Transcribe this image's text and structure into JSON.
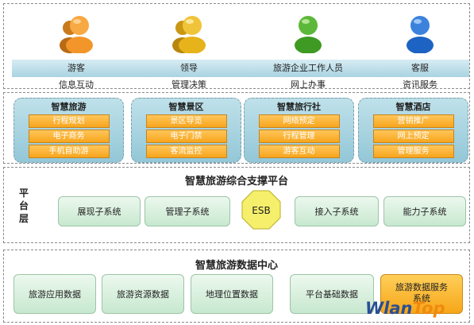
{
  "users": [
    {
      "role": "游客",
      "function": "信息互动",
      "icon": "user-icon",
      "color": "#e07b12"
    },
    {
      "role": "领导",
      "function": "管理决策",
      "icon": "user-icon",
      "color": "#d9a012"
    },
    {
      "role": "旅游企业工作人员",
      "function": "网上办事",
      "icon": "user-icon",
      "color": "#3e9a22"
    },
    {
      "role": "客服",
      "function": "资讯服务",
      "icon": "user-icon",
      "color": "#1d63c3"
    }
  ],
  "app_groups": [
    {
      "title": "智慧旅游",
      "items": [
        "行程规划",
        "电子商务",
        "手机自助游"
      ]
    },
    {
      "title": "智慧景区",
      "items": [
        "景区导览",
        "电子门禁",
        "客流监控"
      ]
    },
    {
      "title": "智慧旅行社",
      "items": [
        "网络预定",
        "行程管理",
        "游客互动"
      ]
    },
    {
      "title": "智慧酒店",
      "items": [
        "营销推广",
        "网上预定",
        "管理服务"
      ]
    }
  ],
  "platform": {
    "title": "智慧旅游综合支撑平台",
    "side_label": "平台层",
    "subsystems": [
      "展现子系统",
      "管理子系统",
      "接入子系统",
      "能力子系统"
    ],
    "esb": "ESB"
  },
  "data_center": {
    "title": "智慧旅游数据中心",
    "items": [
      "旅游应用数据",
      "旅游资源数据",
      "地理位置数据",
      "平台基础数据"
    ],
    "highlight_line1": "旅游数据服务",
    "highlight_line2": "系统"
  },
  "watermark": {
    "part1": "Wlan",
    "part2": "Top"
  },
  "colors": {
    "orange": "#f7a51d",
    "green_box": "#c7e8cf",
    "app_group_bg": "#93c7d7",
    "esb_fill": "#f5ef6b"
  }
}
